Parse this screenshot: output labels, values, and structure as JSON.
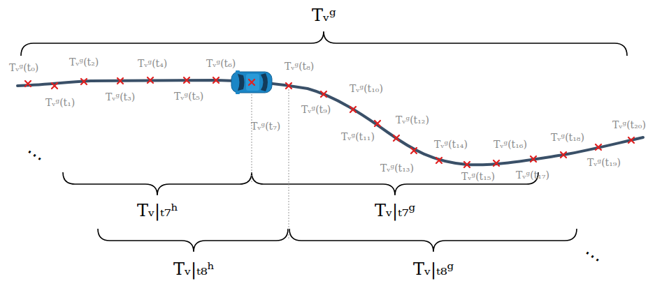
{
  "diagram": {
    "labels": [
      "Tᵥᵍ",
      "Tᵥᵍ(t₀)",
      "Tᵥᵍ(t₁)",
      "Tᵥᵍ(t₂)",
      "Tᵥᵍ(t₃)",
      "Tᵥᵍ(t₄)",
      "Tᵥᵍ(t₅)",
      "Tᵥᵍ(t₆)",
      "Tᵥᵍ(t₇)",
      "Tᵥᵍ(t₈)",
      "Tᵥᵍ(t₉)",
      "Tᵥᵍ(t₁₀)",
      "Tᵥᵍ(t₁₁)",
      "Tᵥᵍ(t₁₂)",
      "Tᵥᵍ(t₁₃)",
      "Tᵥᵍ(t₁₄)",
      "Tᵥᵍ(t₁₅)",
      "Tᵥᵍ(t₁₆)",
      "Tᵥᵍ(t₁₇)",
      "Tᵥᵍ(t₁₈)",
      "Tᵥᵍ(t₁₉)",
      "Tᵥᵍ(t₂₀)",
      "Tᵥ|ₜ₇ʰ",
      "Tᵥ|ₜ₇ᵍ",
      "Tᵥ|ₜ₈ʰ",
      "Tᵥ|ₜ₈ᵍ",
      "⋯",
      "⋯"
    ]
  }
}
